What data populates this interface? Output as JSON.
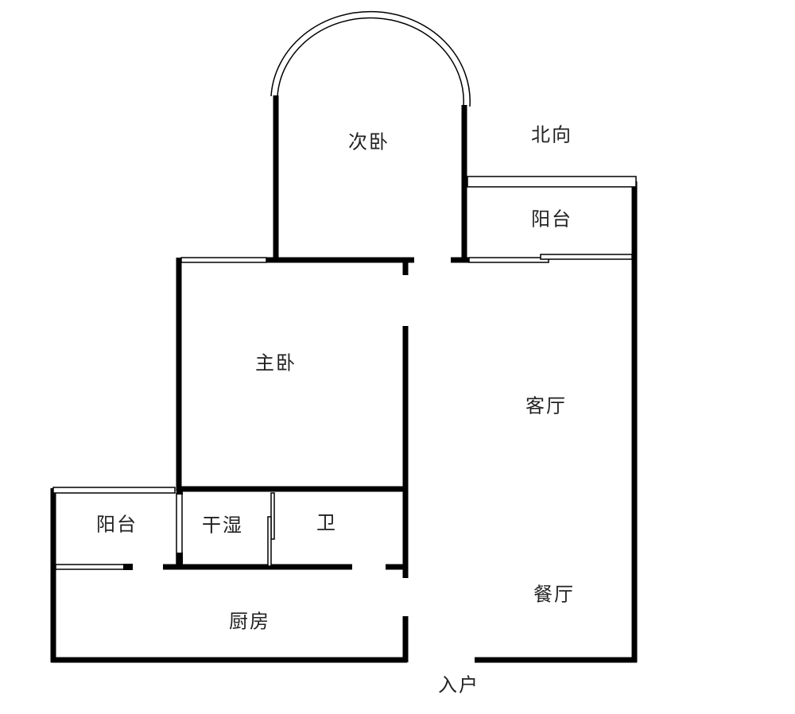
{
  "rooms": {
    "second_bedroom": "次卧",
    "north": "北向",
    "balcony_north": "阳台",
    "master_bedroom": "主卧",
    "living_room": "客厅",
    "balcony_west": "阳台",
    "dry_wet": "干湿",
    "bathroom": "卫",
    "kitchen": "厨房",
    "dining_room": "餐厅",
    "entrance": "入户"
  },
  "colors": {
    "wall": "#000000",
    "text": "#222222"
  }
}
